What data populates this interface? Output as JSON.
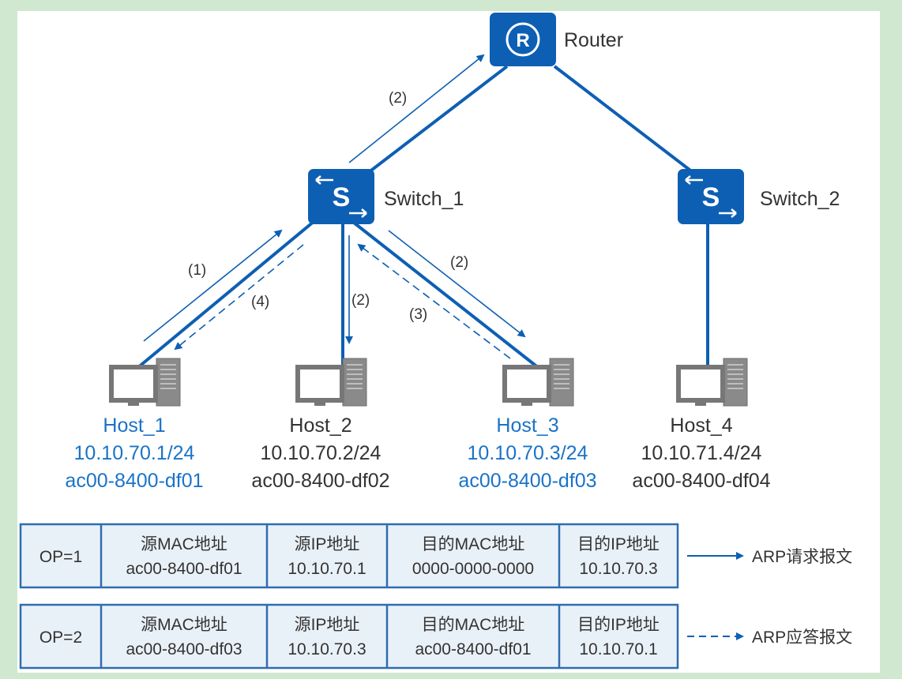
{
  "colors": {
    "accent": "#0d5fb3",
    "highlight": "#1a73c8",
    "text": "#333333",
    "table_border": "#2f6db0",
    "table_fill": "#e9f1f8"
  },
  "router": {
    "label": "Router",
    "icon": "router-icon"
  },
  "switches": [
    {
      "label": "Switch_1",
      "icon": "switch-icon"
    },
    {
      "label": "Switch_2",
      "icon": "switch-icon"
    }
  ],
  "hosts": [
    {
      "name": "Host_1",
      "ip": "10.10.70.1/24",
      "mac": "ac00-8400-df01",
      "highlight": true
    },
    {
      "name": "Host_2",
      "ip": "10.10.70.2/24",
      "mac": "ac00-8400-df02",
      "highlight": false
    },
    {
      "name": "Host_3",
      "ip": "10.10.70.3/24",
      "mac": "ac00-8400-df03",
      "highlight": true
    },
    {
      "name": "Host_4",
      "ip": "10.10.71.4/24",
      "mac": "ac00-8400-df04",
      "highlight": false
    }
  ],
  "steps": {
    "host1_to_switch": "(1)",
    "switch_to_router": "(2)",
    "switch_to_host2": "(2)",
    "switch_to_host3": "(2)",
    "host3_reply": "(3)",
    "switch_to_host1_reply": "(4)"
  },
  "tables": [
    {
      "op": "OP=1",
      "cells": [
        {
          "header": "源MAC地址",
          "value": "ac00-8400-df01"
        },
        {
          "header": "源IP地址",
          "value": "10.10.70.1"
        },
        {
          "header": "目的MAC地址",
          "value": "0000-0000-0000"
        },
        {
          "header": "目的IP地址",
          "value": "10.10.70.3"
        }
      ],
      "legend": "ARP请求报文",
      "legend_line": "solid"
    },
    {
      "op": "OP=2",
      "cells": [
        {
          "header": "源MAC地址",
          "value": "ac00-8400-df03"
        },
        {
          "header": "源IP地址",
          "value": "10.10.70.3"
        },
        {
          "header": "目的MAC地址",
          "value": "ac00-8400-df01"
        },
        {
          "header": "目的IP地址",
          "value": "10.10.70.1"
        }
      ],
      "legend": "ARP应答报文",
      "legend_line": "dashed"
    }
  ]
}
